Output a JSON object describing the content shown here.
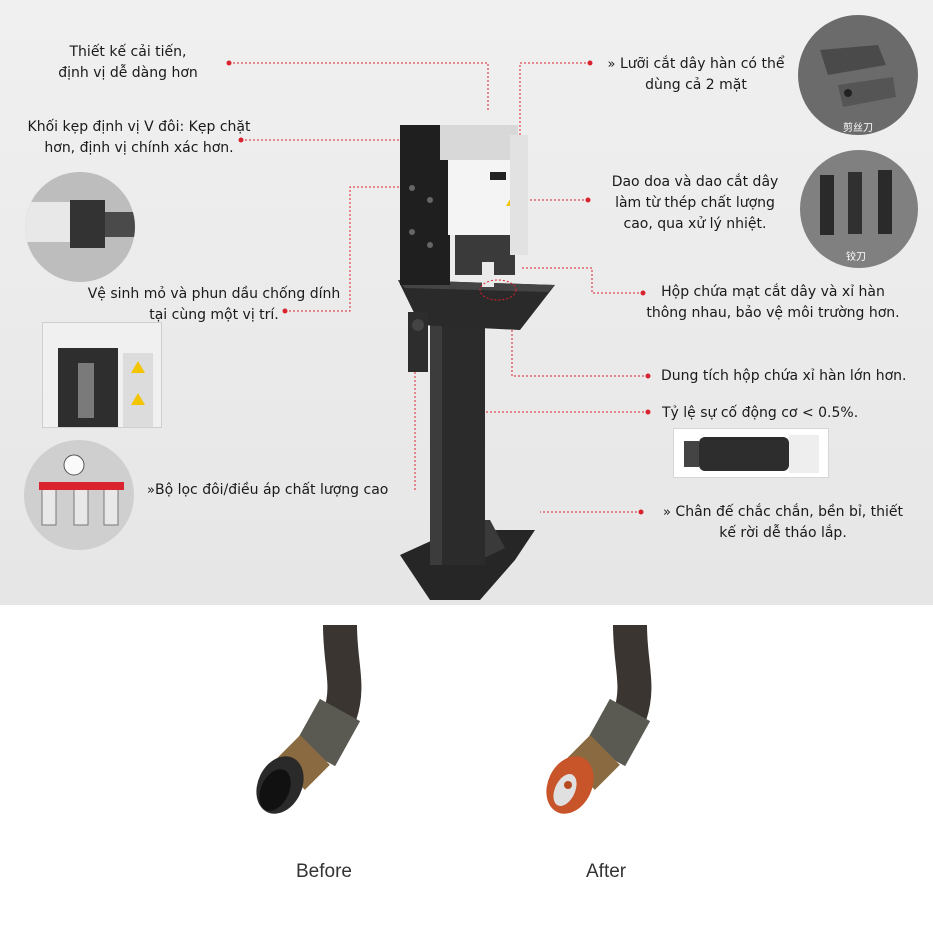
{
  "features": {
    "design": "Thiết kế cải tiến,\nđịnh vị dễ dàng hơn",
    "clamp": "Khối kẹp định vị V đôi: Kẹp chặt\nhơn, định vị chính xác hơn.",
    "clean": "Vệ sinh mỏ và phun dầu chống dính\ntại cùng một vị trí.",
    "filter": "Bộ lọc đôi/điều áp chất lượng cao",
    "blade": "Lưỡi cắt dây hàn có thể\ndùng cả 2 mặt",
    "reamer": "Dao doa và dao cắt dây\nlàm từ thép chất lượng\ncao, qua xử lý nhiệt.",
    "box": "Hộp chứa mạt cắt dây và xỉ hàn\nthông nhau, bảo vệ môi trường hơn.",
    "capacity": "Dung tích hộp chứa xỉ hàn lớn hơn.",
    "motor": "Tỷ lệ sự cố động cơ < 0.5%.",
    "base": "Chân đế chắc chắn, bền bỉ, thiết\nkế rời dễ tháo lắp."
  },
  "bullets": {
    "blade": "»",
    "filter": "»",
    "base": "»"
  },
  "captions": {
    "blade_cn": "剪丝刀",
    "reamer_cn": "铰刀"
  },
  "comparison": {
    "before": "Before",
    "after": "After"
  },
  "colors": {
    "leader": "#d9232e",
    "stand": "#2e2e2e",
    "accent": "#c8542a"
  }
}
